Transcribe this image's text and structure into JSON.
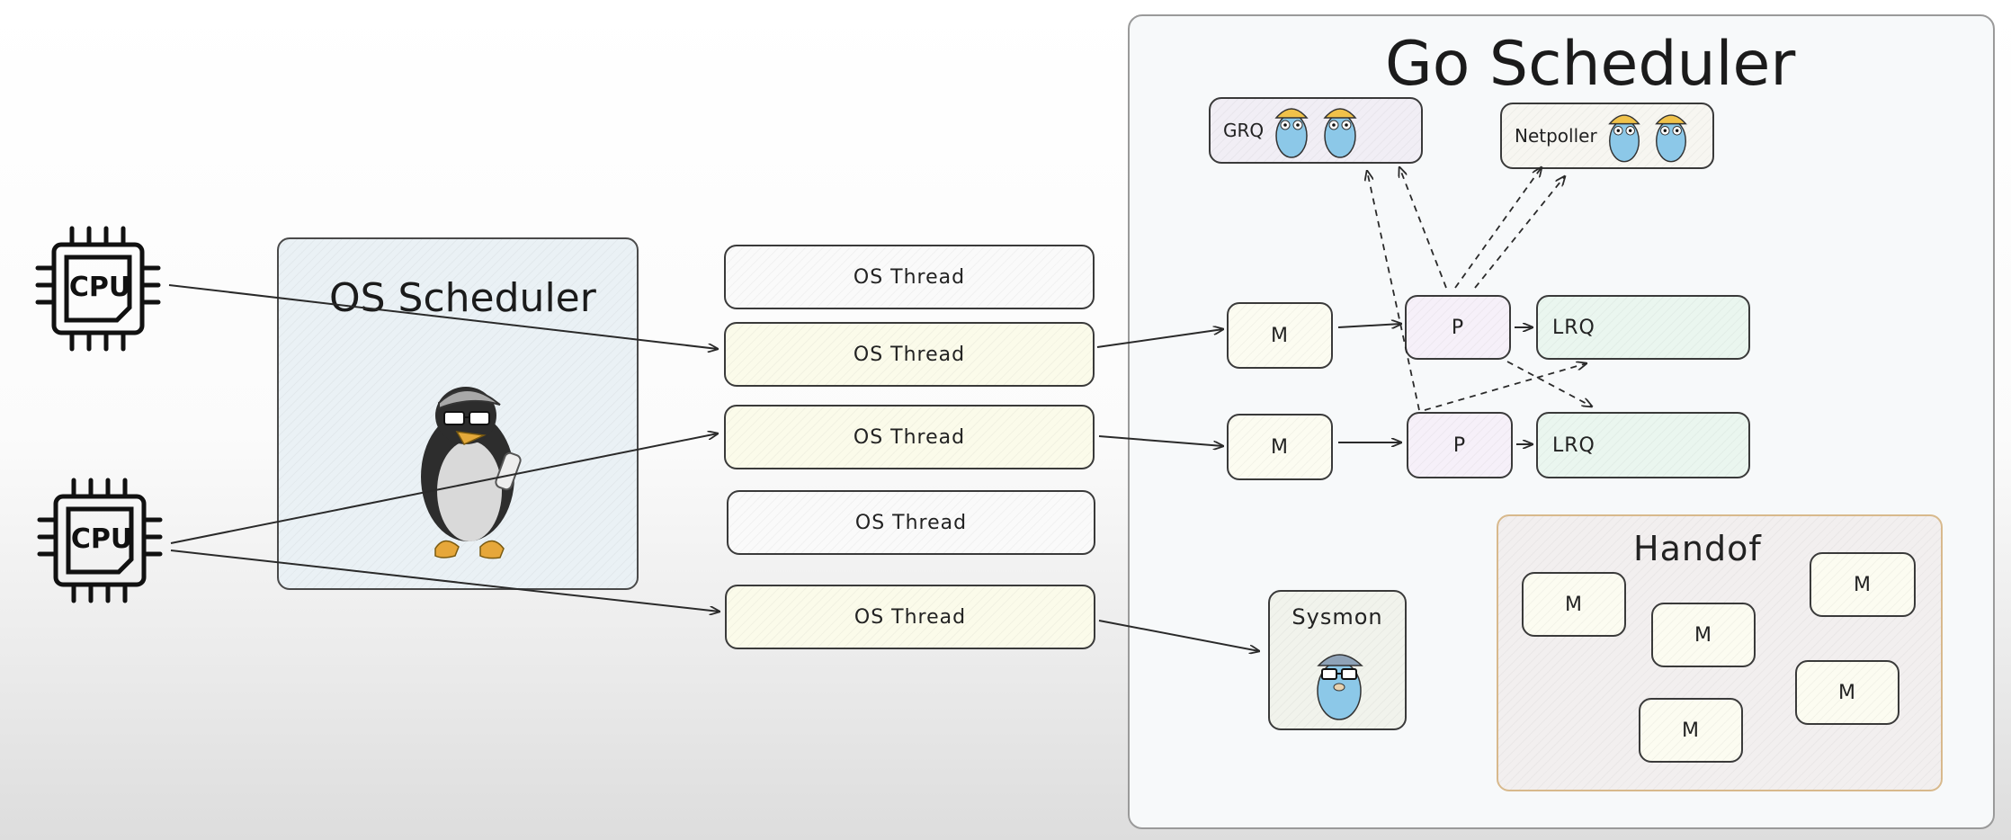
{
  "cpu": {
    "label": "CPU"
  },
  "os_scheduler": {
    "title": "OS Scheduler"
  },
  "threads": [
    {
      "label": "OS Thread"
    },
    {
      "label": "OS Thread"
    },
    {
      "label": "OS Thread"
    },
    {
      "label": "OS Thread"
    },
    {
      "label": "OS Thread"
    }
  ],
  "go_scheduler": {
    "title": "Go Scheduler",
    "grq": {
      "label": "GRQ"
    },
    "netpoller": {
      "label": "Netpoller"
    },
    "m_label": "M",
    "p_label": "P",
    "lrq_label": "LRQ",
    "sysmon": {
      "label": "Sysmon"
    },
    "handoff": {
      "title": "Handof",
      "m_labels": [
        "M",
        "M",
        "M",
        "M",
        "M"
      ]
    }
  },
  "colors": {
    "stroke": "#3a3a3a",
    "os_panel_bg": "#eaf1f5",
    "go_panel_bg": "#f7f9fa",
    "handoff_bg": "#f2efef",
    "handoff_border": "#d8b98c",
    "thread_yellow": "#fbfbea",
    "p_fill": "#f6f0f9",
    "lrq_fill": "#eaf6ef",
    "gopher_blue": "#8cc8e8"
  }
}
